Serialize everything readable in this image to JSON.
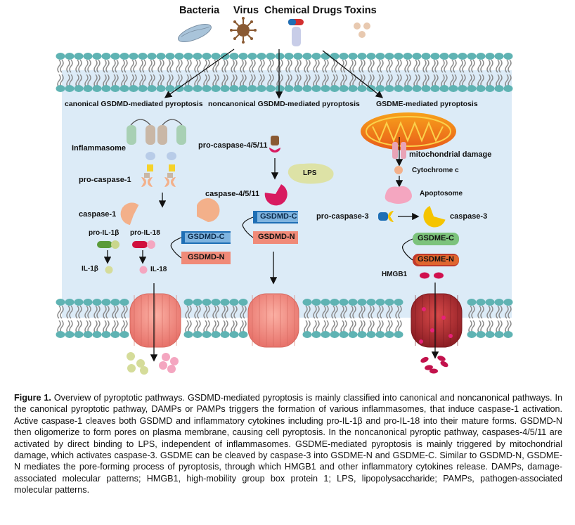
{
  "stimuli": {
    "bacteria": "Bacteria",
    "virus": "Virus",
    "chemical_drugs": "Chemical Drugs",
    "toxins": "Toxins"
  },
  "pathways": {
    "canonical": "canonical GSDMD-mediated pyroptosis",
    "noncanonical": "noncanonical GSDMD-mediated pyroptosis",
    "gsdme": "GSDME-mediated pyroptosis"
  },
  "canonical": {
    "inflammasome": "Inflammasome",
    "pro_caspase_1": "pro-caspase-1",
    "caspase_1": "caspase-1",
    "pro_il1b": "pro-IL-1β",
    "pro_il18": "pro-IL-18",
    "il1b": "IL-1β",
    "il18": "IL-18",
    "gsdmd_c": "GSDMD-C",
    "gsdmd_n": "GSDMD-N"
  },
  "noncanonical": {
    "pro_caspase_4511": "pro-caspase-4/5/11",
    "lps": "LPS",
    "caspase_4511": "caspase-4/5/11",
    "gsdmd_c": "GSDMD-C",
    "gsdmd_n": "GSDMD-N"
  },
  "gsdme": {
    "mitochondrial_damage": "mitochondrial damage",
    "cytochrome_c": "Cytochrome c",
    "apoptosome": "Apoptosome",
    "pro_caspase_3": "pro-caspase-3",
    "caspase_3": "caspase-3",
    "gsdme_c": "GSDME-C",
    "gsdme_n": "GSDME-N",
    "hmgb1": "HMGB1"
  },
  "caption": {
    "label": "Figure 1.",
    "text": "Overview of pyroptotic pathways. GSDMD-mediated pyroptosis is mainly classified into canonical and noncanonical pathways. In the canonical pyroptotic pathway, DAMPs or PAMPs triggers the formation of various inflammasomes, that induce caspase-1 activation. Active caspase-1 cleaves both GSDMD and inflammatory cytokines including pro-IL-1β and pro-IL-18 into their mature forms. GSDMD-N then oligomerize to form pores on plasma membrane, causing cell pyroptosis. In the noncanonical pyroptic pathway, caspases-4/5/11 are activated by direct binding to LPS, independent of inflammasomes. GSDME-mediated pyroptosis is mainly triggered by mitochondrial damage, which activates caspase-3. GSDME can be cleaved by caspase-3 into GSDME-N and GSDME-C. Similar to GSDMD-N, GSDME-N mediates the pore-forming process of pyroptosis, through which HMGB1 and other inflammatory cytokines release. DAMPs, damage-associated molecular patterns; HMGB1, high-mobility group box protein 1; LPS, lipopolysaccharide; PAMPs, pathogen-associated molecular patterns."
  },
  "colors": {
    "cytoplasm": "#dcebf7",
    "lipid_head": "#5fb3b3",
    "lipid_tail": "#8a8a8a",
    "gsdmd_c": "#1f6fb5",
    "gsdmd_n": "#f08a78",
    "gsdme_c": "#7cc37c",
    "gsdme_n": "#c0392b",
    "caspase1": "#f3b08a",
    "caspase4511": "#d81b60",
    "caspase3": "#f5c400",
    "pore_pink": "#f07a7a",
    "pore_red": "#b5282f"
  }
}
